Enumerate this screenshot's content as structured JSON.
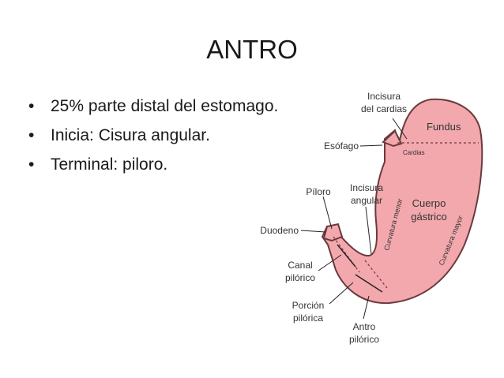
{
  "slide": {
    "title": "ANTRO",
    "bullets": [
      "25% parte distal del estomago.",
      "Inicia:  Cisura angular.",
      "Terminal: piloro."
    ]
  },
  "diagram": {
    "labels": {
      "incisura_cardias_1": "Incisura",
      "incisura_cardias_2": "del cardias",
      "fundus": "Fundus",
      "esofago": "Esófago",
      "cardias": "Cardias",
      "piloro": "Píloro",
      "incisura_angular_1": "Incisura",
      "incisura_angular_2": "angular",
      "cuerpo_1": "Cuerpo",
      "cuerpo_2": "gástrico",
      "curvatura_menor": "Curvatura menor",
      "curvatura_mayor": "Curvatura mayor",
      "duodeno": "Duodeno",
      "canal_1": "Canal",
      "canal_2": "pilórico",
      "porcion_1": "Porción",
      "porcion_2": "pilórica",
      "antro_1": "Antro",
      "antro_2": "pilórico"
    },
    "colors": {
      "stomach_fill": "#f2a8ad",
      "stomach_stroke": "#6b3a3d"
    }
  }
}
